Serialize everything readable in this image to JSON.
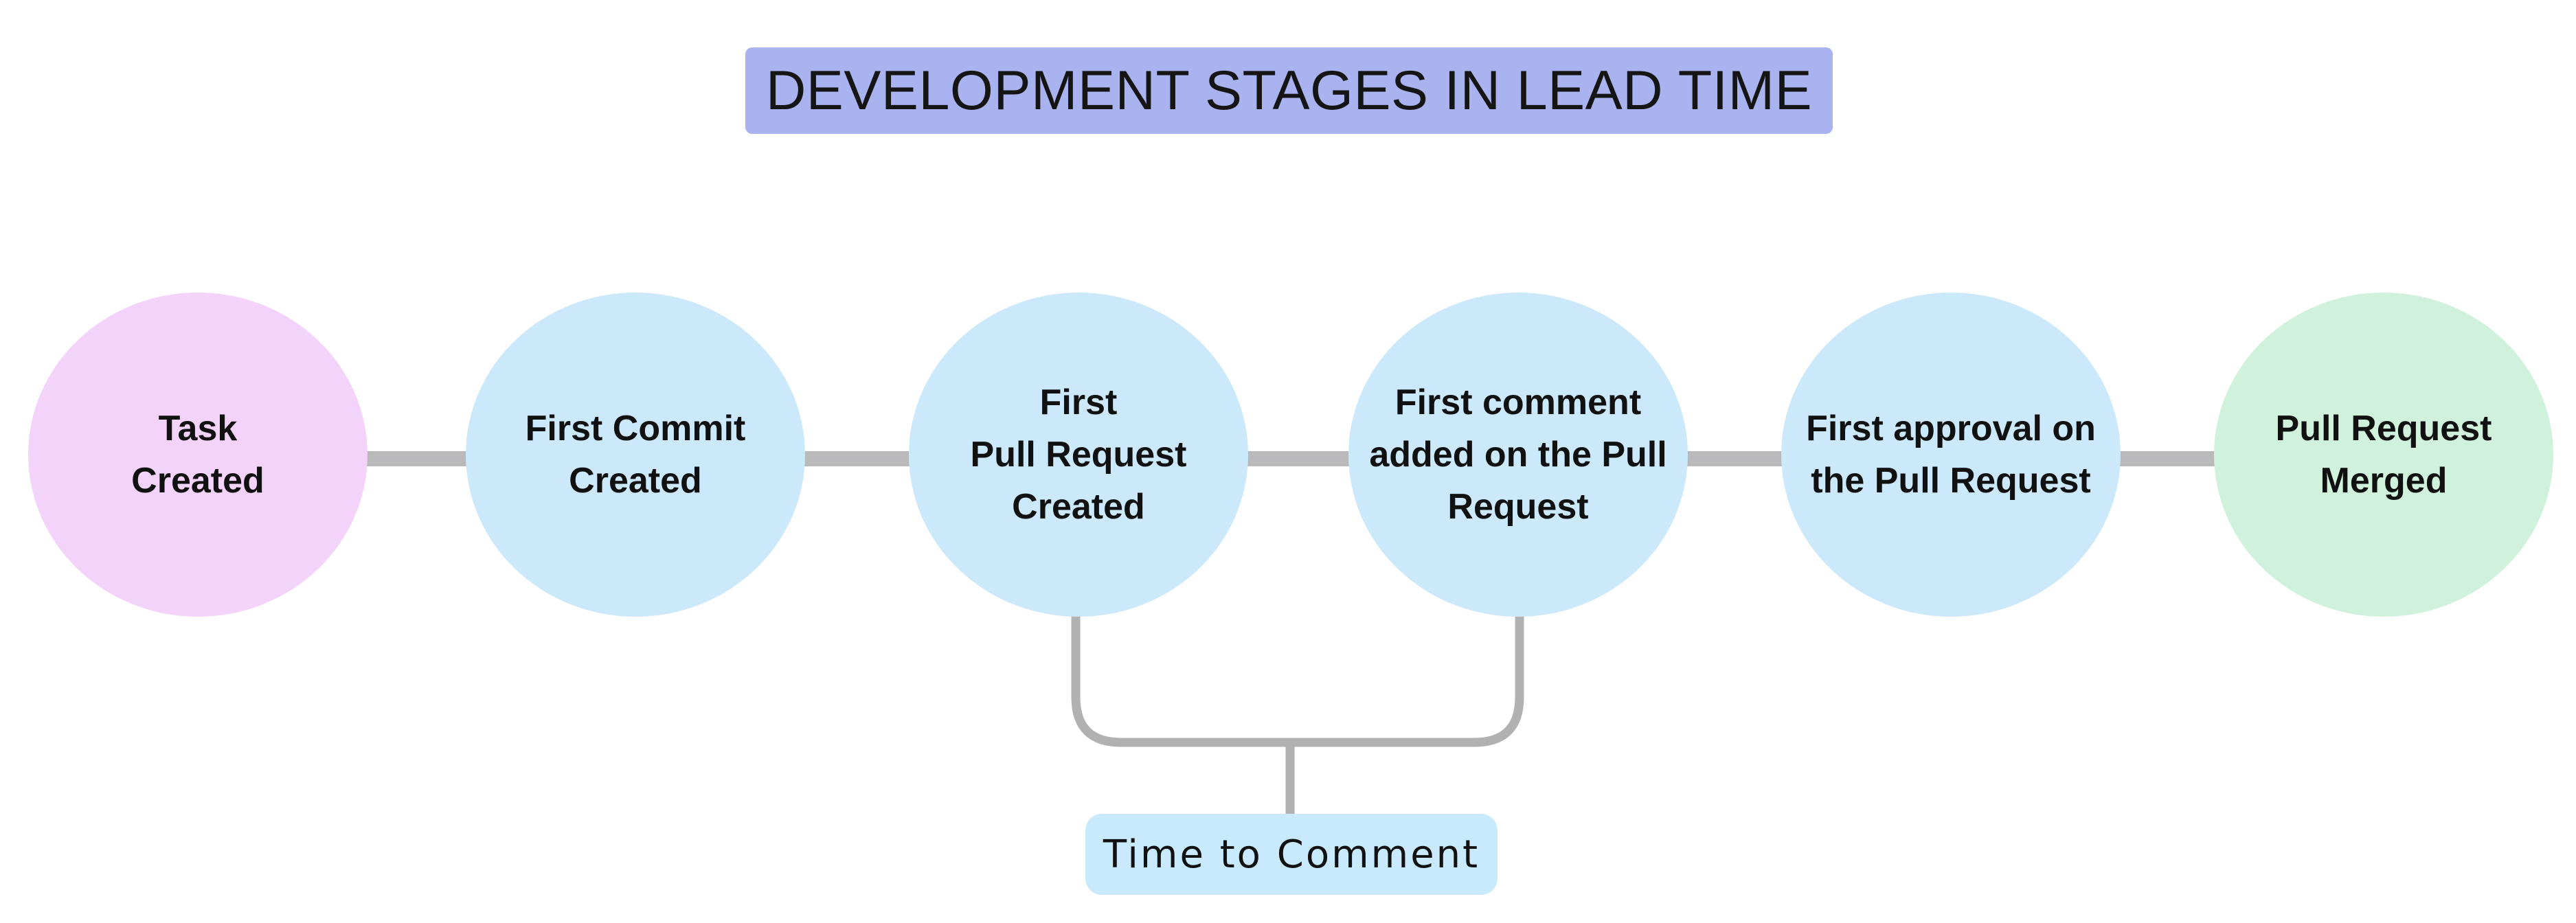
{
  "title": {
    "text": "DEVELOPMENT STAGES IN LEAD TIME",
    "bg": "#a9b3ef"
  },
  "stages": [
    {
      "name": "task-created",
      "lines": [
        "Task",
        "Created"
      ],
      "color": "#f3d3f9"
    },
    {
      "name": "first-commit-created",
      "lines": [
        "First Commit",
        "Created"
      ],
      "color": "#cbe9fb"
    },
    {
      "name": "first-pull-request-created",
      "lines": [
        "First",
        "Pull Request",
        "Created"
      ],
      "color": "#cbe9fb"
    },
    {
      "name": "first-comment-added",
      "lines": [
        "First comment",
        "added on the Pull",
        "Request"
      ],
      "color": "#cbe9fb"
    },
    {
      "name": "first-approval",
      "lines": [
        "First approval on",
        "the Pull Request"
      ],
      "color": "#cbe9fb"
    },
    {
      "name": "pull-request-merged",
      "lines": [
        "Pull Request",
        "Merged"
      ],
      "color": "#d0f2dd"
    }
  ],
  "annotation": {
    "text": "Time to Comment",
    "bg": "#c8eafc"
  },
  "lines": {
    "connector_color": "#b9b8ba",
    "bracket_color": "#b1b1b1"
  }
}
